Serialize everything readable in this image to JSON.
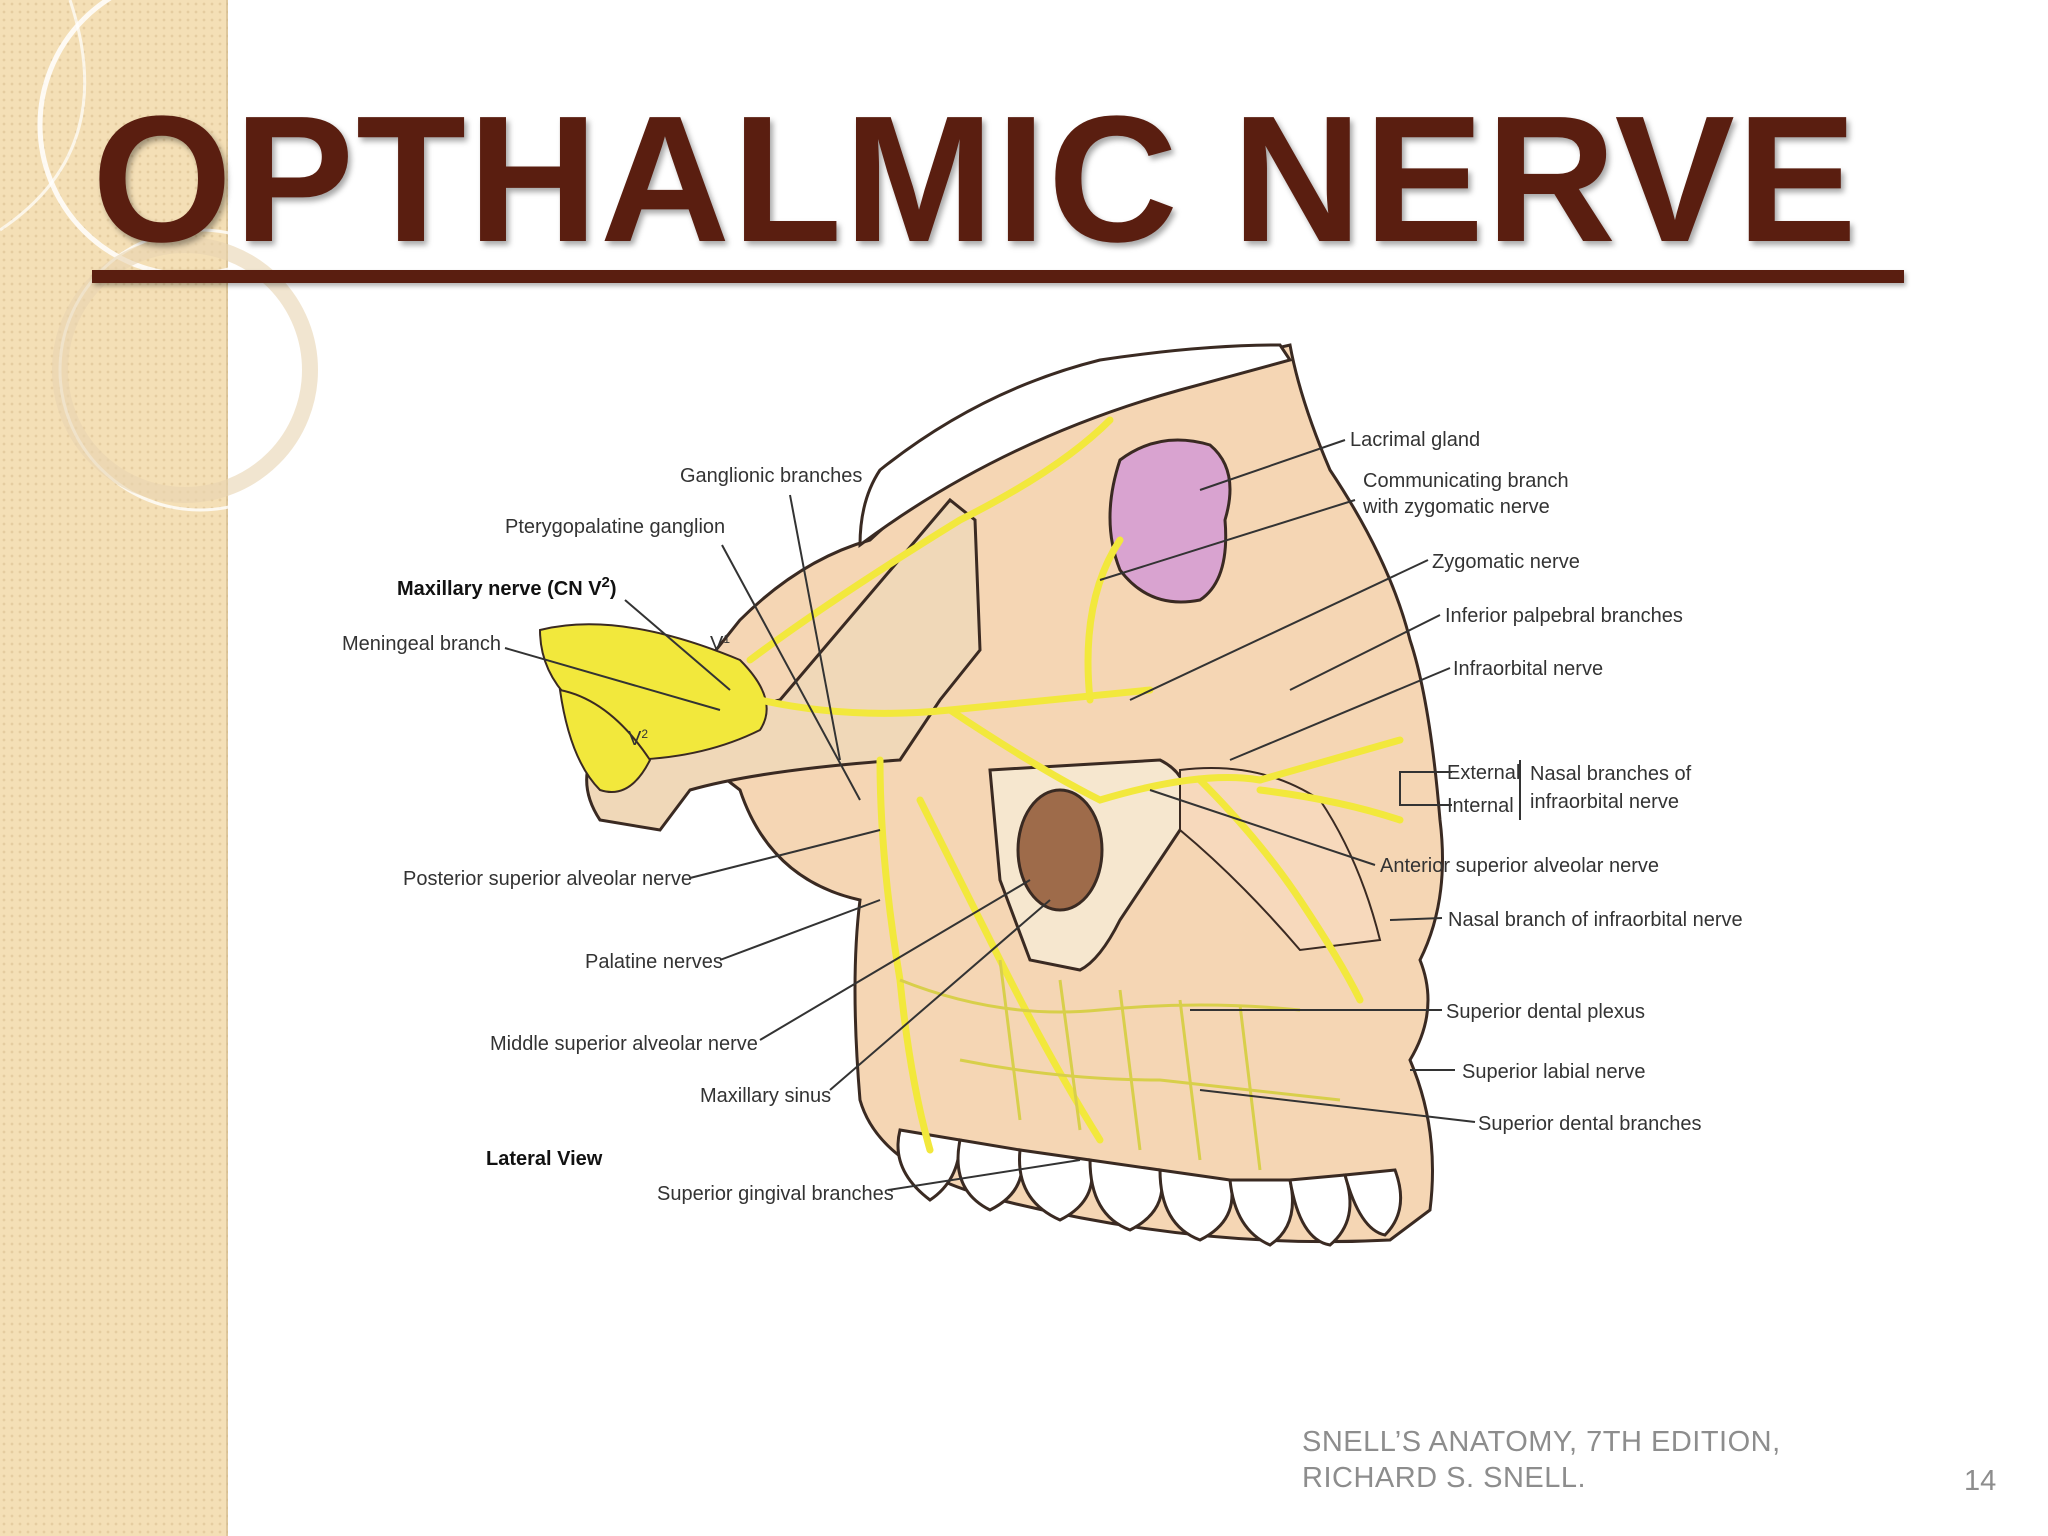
{
  "slide": {
    "title": "OPTHALMIC NERVE",
    "page_number": "14",
    "source": [
      "SNELL’S ANATOMY, 7TH EDITION,",
      "RICHARD S. SNELL."
    ]
  },
  "colors": {
    "title": "#5a1e10",
    "sidebar": "#f4dfb6",
    "nerve": "#f2e83c",
    "bone": "#f5d6b4",
    "gland": "#d9a3d0",
    "text_muted": "#8d8d8d"
  },
  "figure": {
    "view": "Lateral View",
    "labels": {
      "ganglionic_branches": "Ganglionic branches",
      "pterygopalatine_ganglion": "Pterygopalatine ganglion",
      "maxillary_nerve": "Maxillary nerve (CN V",
      "maxillary_nerve_sup": "2",
      "maxillary_nerve_end": ")",
      "meningeal_branch": "Meningeal branch",
      "v1": "V",
      "v1_sup": "1",
      "v2": "V",
      "v2_sup": "2",
      "posterior_superior_alveolar": "Posterior superior alveolar nerve",
      "palatine_nerves": "Palatine nerves",
      "middle_superior_alveolar": "Middle superior alveolar nerve",
      "maxillary_sinus": "Maxillary sinus",
      "superior_gingival": "Superior gingival branches",
      "lacrimal_gland": "Lacrimal gland",
      "communicating_branch_1": "Communicating branch",
      "communicating_branch_2": "with zygomatic nerve",
      "zygomatic_nerve": "Zygomatic nerve",
      "inferior_palpebral": "Inferior palpebral branches",
      "infraorbital_nerve": "Infraorbital nerve",
      "external": "External",
      "internal": "Internal",
      "nasal_branches_1": "Nasal branches of",
      "nasal_branches_2": "infraorbital nerve",
      "anterior_superior_alveolar": "Anterior superior alveolar nerve",
      "nasal_branch_infraorbital": "Nasal branch of infraorbital nerve",
      "superior_dental_plexus": "Superior dental plexus",
      "superior_labial": "Superior labial nerve",
      "superior_dental_branches": "Superior dental branches"
    }
  }
}
